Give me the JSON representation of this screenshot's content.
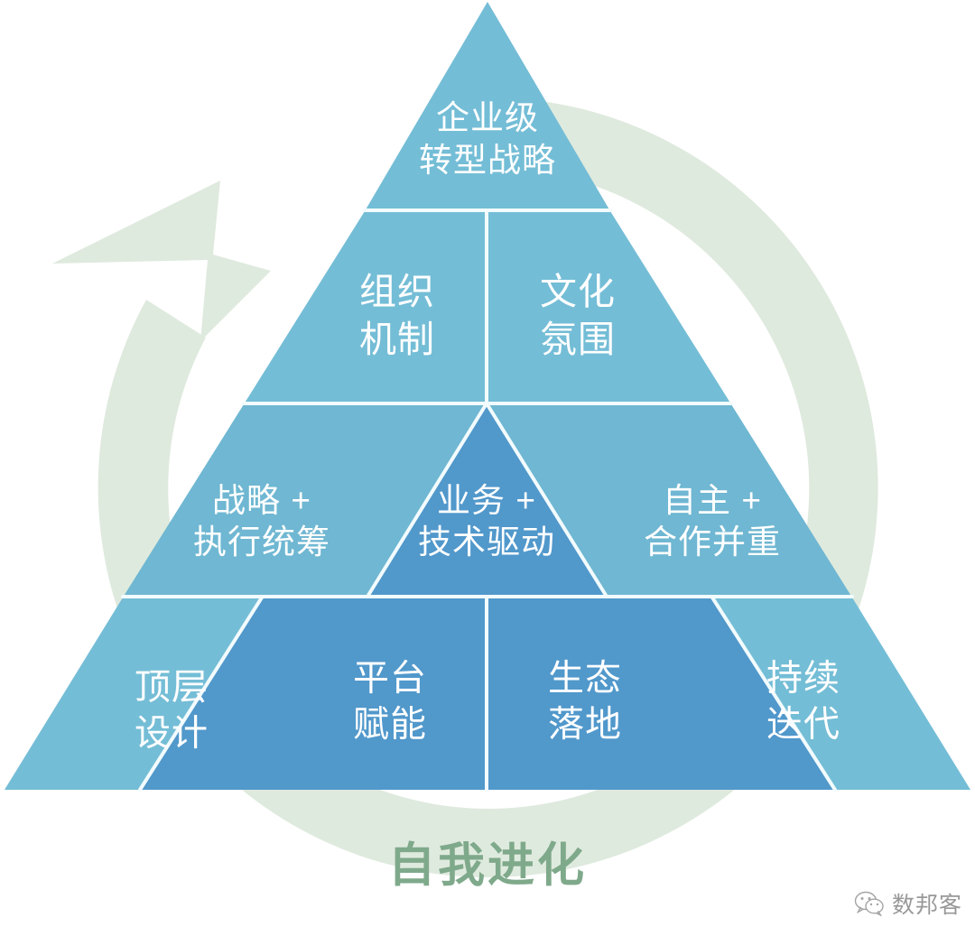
{
  "diagram": {
    "title_caption": "自我进化",
    "caption_color": "#7fa98b",
    "ring_color": "#dfeade",
    "background": "#ffffff",
    "colors": {
      "light_blue": "#74bdd6",
      "mid_blue": "#6fb7d2",
      "dark_blue": "#5198cb",
      "divider": "#f2fbfd",
      "label_text": "#ffffff"
    },
    "tiers": [
      {
        "tier": 1,
        "name": "apex",
        "segments": [
          {
            "id": "enterprise-strategy",
            "lines": [
              "企业级",
              "转型战略"
            ],
            "shade": "light"
          }
        ]
      },
      {
        "tier": 2,
        "name": "enablers",
        "segments": [
          {
            "id": "organization-mechanism",
            "lines": [
              "组织",
              "机制"
            ],
            "shade": "light"
          },
          {
            "id": "culture-atmosphere",
            "lines": [
              "文化",
              "氛围"
            ],
            "shade": "light"
          }
        ]
      },
      {
        "tier": 3,
        "name": "principles",
        "segments": [
          {
            "id": "strategy-execution",
            "lines": [
              "战略 +",
              "执行统筹"
            ],
            "shade": "light"
          },
          {
            "id": "business-technology",
            "lines": [
              "业务 +",
              "技术驱动"
            ],
            "shade": "dark"
          },
          {
            "id": "autonomy-cooperation",
            "lines": [
              "自主 +",
              "合作并重"
            ],
            "shade": "light"
          }
        ]
      },
      {
        "tier": 4,
        "name": "foundation",
        "segments": [
          {
            "id": "top-level-design",
            "lines": [
              "顶层",
              "设计"
            ],
            "shade": "light"
          },
          {
            "id": "platform-empowerment",
            "lines": [
              "平台",
              "赋能"
            ],
            "shade": "dark"
          },
          {
            "id": "ecosystem-landing",
            "lines": [
              "生态",
              "落地"
            ],
            "shade": "dark"
          },
          {
            "id": "continuous-iteration",
            "lines": [
              "持续",
              "迭代"
            ],
            "shade": "light"
          }
        ]
      }
    ]
  },
  "watermark": {
    "label": "数邦客",
    "icon": "wechat-icon"
  }
}
